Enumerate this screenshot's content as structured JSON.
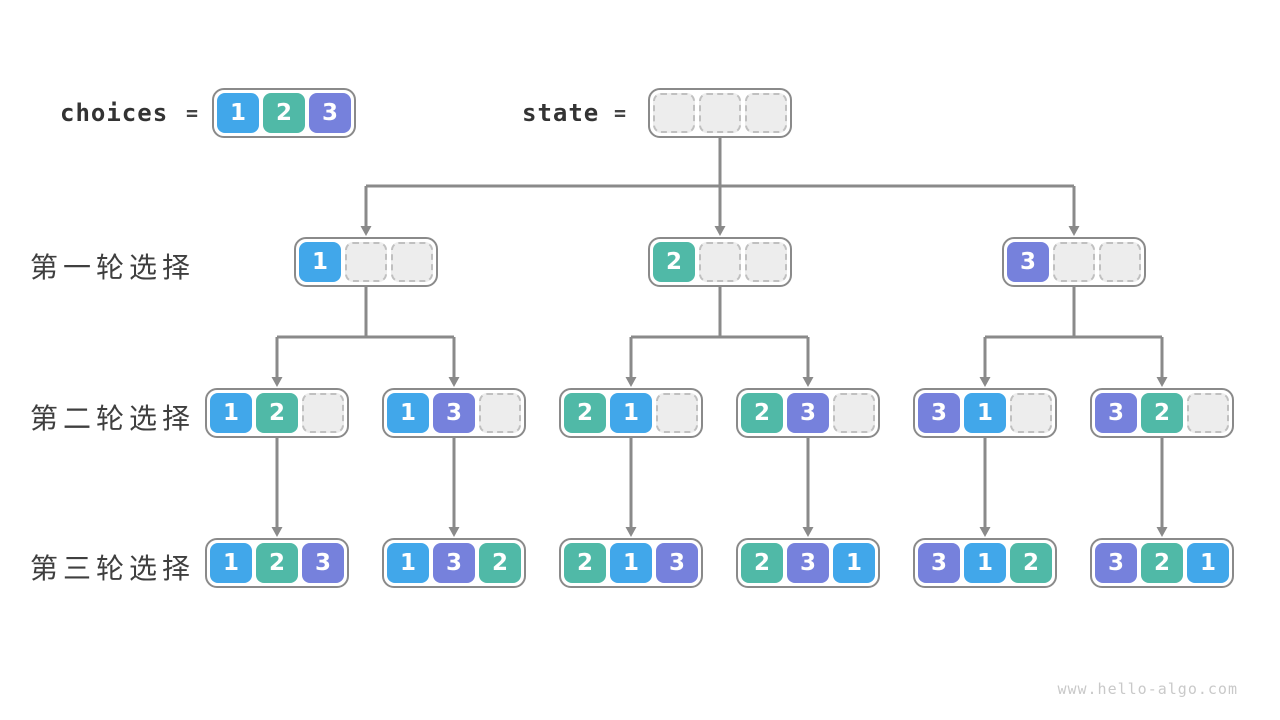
{
  "meta": {
    "watermark": "www.hello-algo.com"
  },
  "colors": {
    "1": "#41a7ea",
    "2": "#50b9a7",
    "3": "#7681dc",
    "empty_fill": "#ededed",
    "empty_border": "#c0c0c0",
    "box_border": "#8a8a8a",
    "line": "#8a8a8a",
    "label_text": "#3f3f3f"
  },
  "header": {
    "choices": {
      "label": "choices",
      "equals": "=",
      "cells": [
        1,
        2,
        3
      ]
    },
    "state": {
      "label": "state",
      "equals": "=",
      "cells": [
        null,
        null,
        null
      ]
    }
  },
  "rows": [
    {
      "label": "第一轮选择",
      "nodes": [
        [
          1,
          null,
          null
        ],
        [
          2,
          null,
          null
        ],
        [
          3,
          null,
          null
        ]
      ]
    },
    {
      "label": "第二轮选择",
      "nodes": [
        [
          1,
          2,
          null
        ],
        [
          1,
          3,
          null
        ],
        [
          2,
          1,
          null
        ],
        [
          2,
          3,
          null
        ],
        [
          3,
          1,
          null
        ],
        [
          3,
          2,
          null
        ]
      ]
    },
    {
      "label": "第三轮选择",
      "nodes": [
        [
          1,
          2,
          3
        ],
        [
          1,
          3,
          2
        ],
        [
          2,
          1,
          3
        ],
        [
          2,
          3,
          1
        ],
        [
          3,
          1,
          2
        ],
        [
          3,
          2,
          1
        ]
      ]
    }
  ]
}
